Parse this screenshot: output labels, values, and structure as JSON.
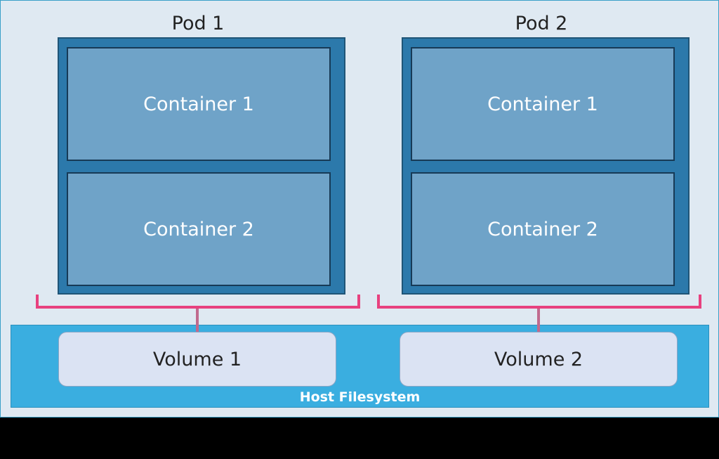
{
  "pods": [
    {
      "title": "Pod 1",
      "containers": [
        "Container 1",
        "Container 2"
      ],
      "volume": "Volume 1"
    },
    {
      "title": "Pod 2",
      "containers": [
        "Container 1",
        "Container 2"
      ],
      "volume": "Volume 2"
    }
  ],
  "host": {
    "label": "Host Filesystem"
  },
  "colors": {
    "background": "#dfe9f2",
    "pod": "#2c79ab",
    "container": "#6fa3c8",
    "bracket": "#e8417f",
    "host": "#3aaee0",
    "volume": "#dbe3f3"
  }
}
